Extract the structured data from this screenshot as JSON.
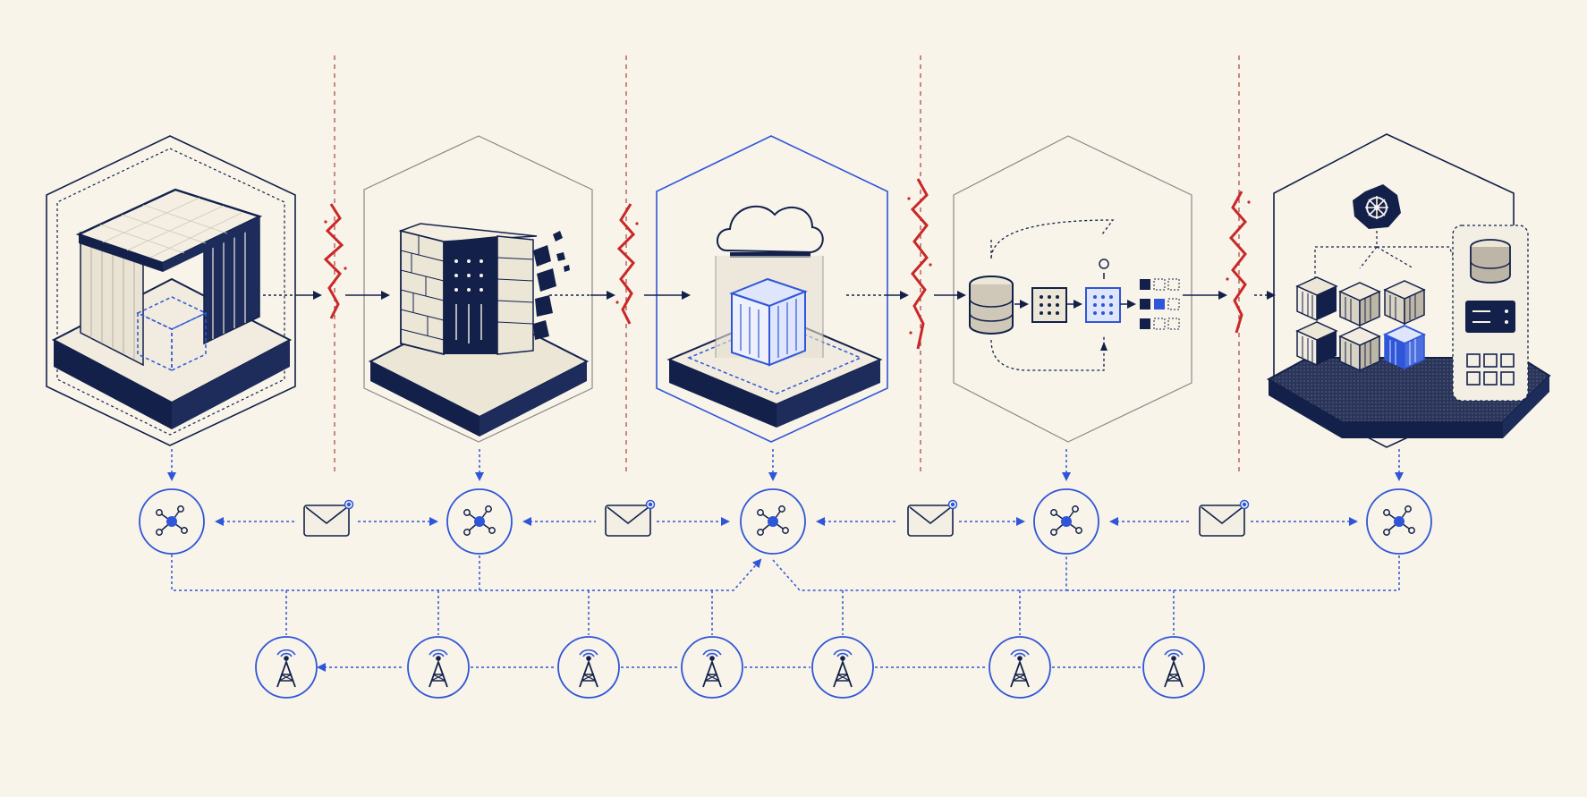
{
  "colors": {
    "background": "#f8f4ea",
    "navy": "#13214a",
    "blue": "#2f56d8",
    "red": "#c82828",
    "gray": "#8a8a8a",
    "panel": "#ece6d7",
    "light": "#f3efe4"
  },
  "stages": [
    {
      "id": "stage-1",
      "icon": "isometric-room-with-dashed-cube-icon",
      "outline": "navy"
    },
    {
      "id": "stage-2",
      "icon": "brick-wall-breaking-icon",
      "outline": "gray"
    },
    {
      "id": "stage-3",
      "icon": "cloud-over-container-icon",
      "outline": "blue"
    },
    {
      "id": "stage-4",
      "icon": "database-pipeline-icon",
      "outline": "gray"
    },
    {
      "id": "stage-5",
      "icon": "kubernetes-cluster-icon",
      "outline": "navy"
    }
  ],
  "hub_nodes": [
    "hub-1",
    "hub-2",
    "hub-3",
    "hub-4",
    "hub-5"
  ],
  "message_icons": [
    "envelope-1",
    "envelope-2",
    "envelope-3",
    "envelope-4"
  ],
  "towers": [
    "tower-1",
    "tower-2",
    "tower-3",
    "tower-4",
    "tower-5",
    "tower-6",
    "tower-7"
  ],
  "boundaries": [
    "boundary-1",
    "boundary-2",
    "boundary-3",
    "boundary-4"
  ]
}
